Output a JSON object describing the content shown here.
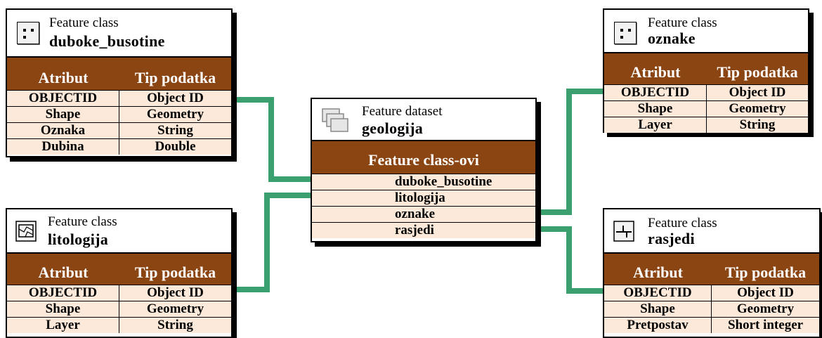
{
  "dataset": {
    "kind": "Feature dataset",
    "name": "geologija",
    "section_header": "Feature class-ovi",
    "items": [
      "duboke_busotine",
      "litologija",
      "oznake",
      "rasjedi"
    ]
  },
  "classes": [
    {
      "kind": "Feature class",
      "name": "duboke_busotine",
      "icon": "point-feature-icon",
      "headers": [
        "Atribut",
        "Tip podatka"
      ],
      "rows": [
        [
          "OBJECTID",
          "Object ID"
        ],
        [
          "Shape",
          "Geometry"
        ],
        [
          "Oznaka",
          "String"
        ],
        [
          "Dubina",
          "Double"
        ]
      ]
    },
    {
      "kind": "Feature class",
      "name": "litologija",
      "icon": "polygon-feature-icon",
      "headers": [
        "Atribut",
        "Tip podatka"
      ],
      "rows": [
        [
          "OBJECTID",
          "Object ID"
        ],
        [
          "Shape",
          "Geometry"
        ],
        [
          "Layer",
          "String"
        ]
      ]
    },
    {
      "kind": "Feature class",
      "name": "oznake",
      "icon": "point-feature-icon",
      "headers": [
        "Atribut",
        "Tip podatka"
      ],
      "rows": [
        [
          "OBJECTID",
          "Object ID"
        ],
        [
          "Shape",
          "Geometry"
        ],
        [
          "Layer",
          "String"
        ]
      ]
    },
    {
      "kind": "Feature class",
      "name": "rasjedi",
      "icon": "line-feature-icon",
      "headers": [
        "Atribut",
        "Tip podatka"
      ],
      "rows": [
        [
          "OBJECTID",
          "Object ID"
        ],
        [
          "Shape",
          "Geometry"
        ],
        [
          "Pretpostav",
          "Short integer"
        ]
      ]
    }
  ],
  "colors": {
    "header_brown": "#8b4513",
    "row_fill": "#fde9d9",
    "connector_green": "#3aa070"
  }
}
